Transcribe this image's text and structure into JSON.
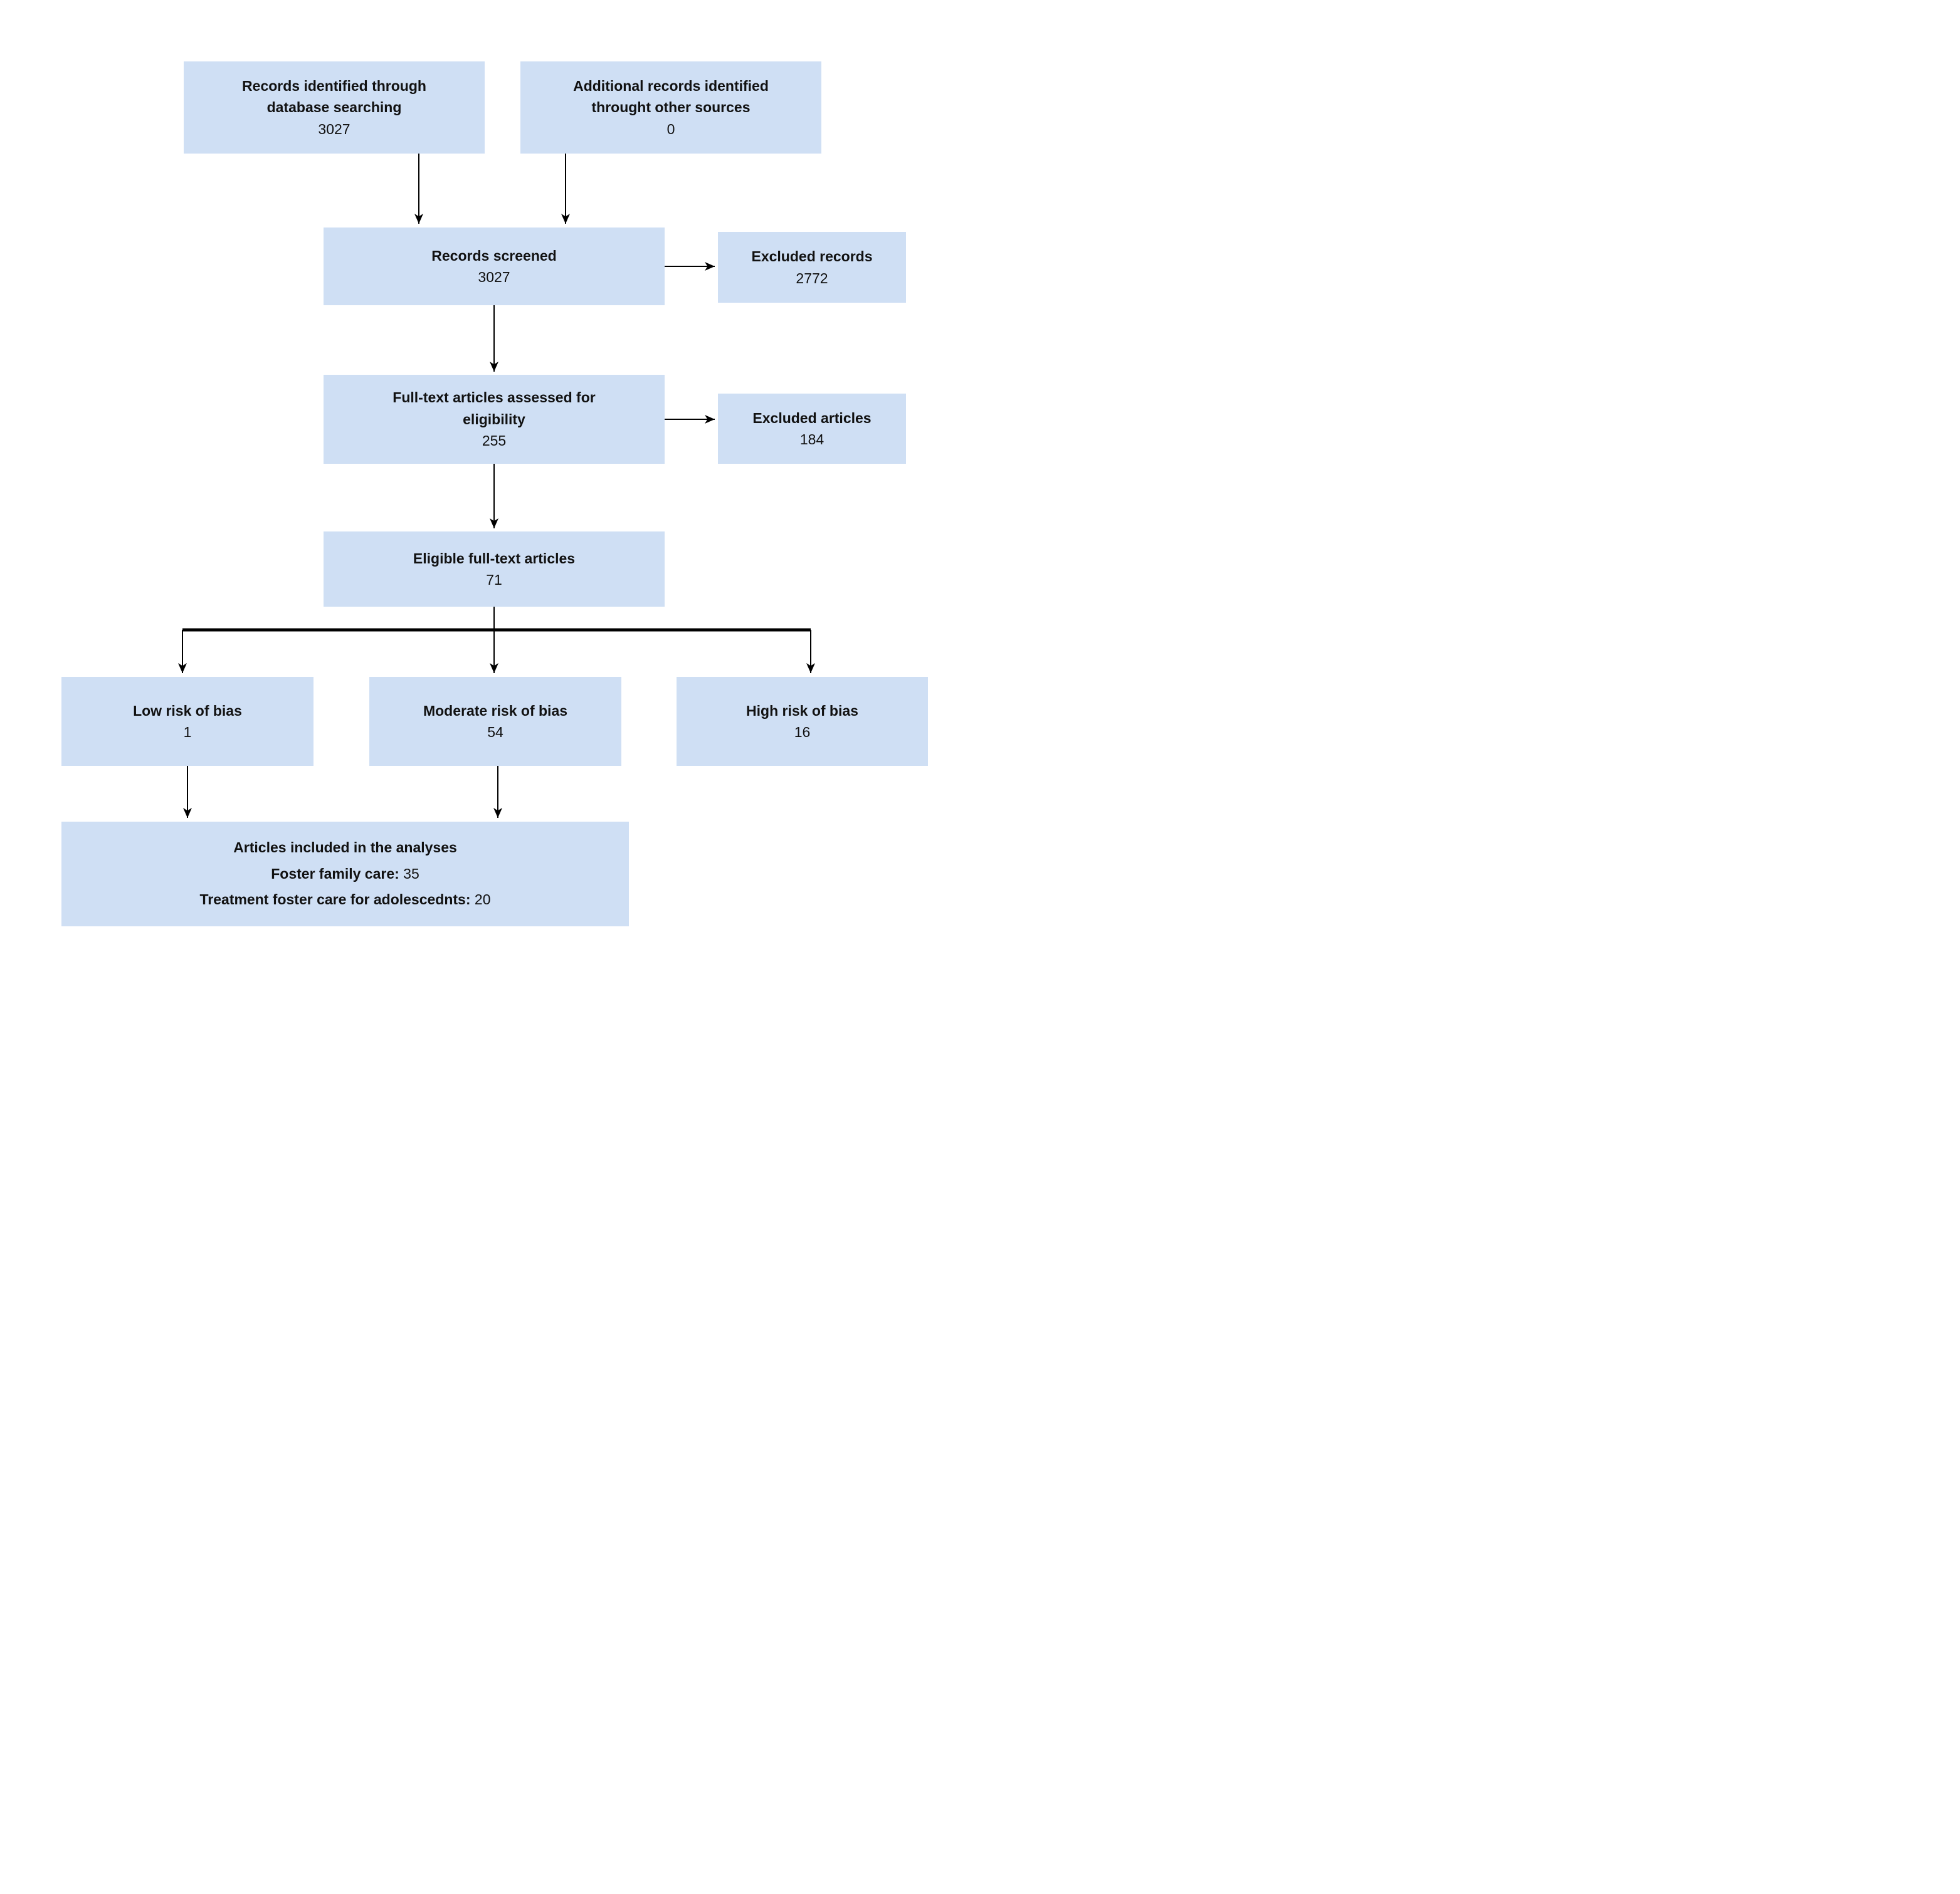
{
  "diagram": {
    "kind": "prisma-flow",
    "background_color": "#ffffff",
    "box_fill_color": "#cfdff4",
    "text_color": "#111111",
    "line_color": "#000000"
  },
  "nodes": {
    "db_search": {
      "title": "Records identified through\ndatabase searching",
      "value": "3027"
    },
    "other_sources": {
      "title": "Additional records identified\nthrought other sources",
      "value": "0"
    },
    "screened": {
      "title": "Records screened",
      "value": "3027"
    },
    "excluded_records": {
      "title": "Excluded records",
      "value": "2772"
    },
    "fulltext_assessed": {
      "title": "Full-text articles assessed for\neligibility",
      "value": "255"
    },
    "excluded_articles": {
      "title": "Excluded articles",
      "value": "184"
    },
    "eligible": {
      "title": "Eligible full-text articles",
      "value": "71"
    },
    "low_risk": {
      "title": "Low risk of bias",
      "value": "1"
    },
    "moderate_risk": {
      "title": "Moderate risk of bias",
      "value": "54"
    },
    "high_risk": {
      "title": "High risk of bias",
      "value": "16"
    },
    "included": {
      "title": "Articles included in the analyses",
      "rows": [
        {
          "label": "Foster family care:",
          "value": "35"
        },
        {
          "label": "Treatment foster care for adolescednts:",
          "value": "20"
        }
      ]
    }
  }
}
